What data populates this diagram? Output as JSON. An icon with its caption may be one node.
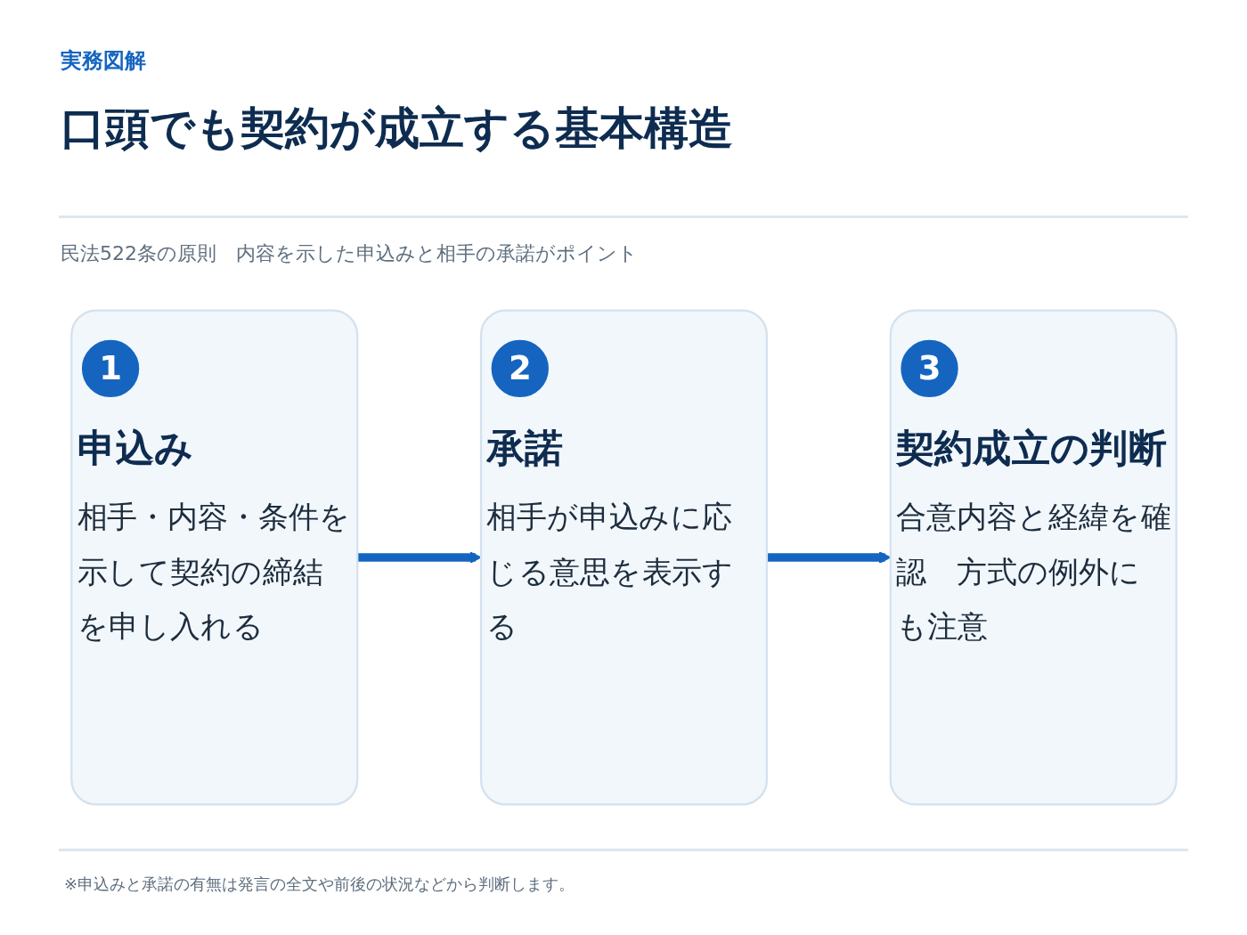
{
  "diagram": {
    "title": "口頭でも契約が成立する基本構造",
    "nodes": [
      {
        "text": [
          "申込み",
          "相手・内容・条件を示して契約の締結を申し入れる"
        ]
      },
      {
        "text": [
          "1"
        ],
        "in": 0
      },
      {
        "text": [
          "承諾",
          "相手が申込みに応じる意思を表示する"
        ]
      },
      {
        "text": [
          "2"
        ],
        "in": 2
      },
      {
        "text": [
          "契約成立の判断",
          "合意内容と経緯を確認　方式の例外にも注意"
        ]
      },
      {
        "text": [
          "3"
        ],
        "in": 4
      }
    ],
    "edges": [
      {
        "from": 0,
        "to": 2,
        "arrow": "to"
      },
      {
        "from": 2,
        "to": 4,
        "arrow": "to"
      }
    ],
    "labels": [
      "実務図解",
      "民法522条の原則　内容を示した申込みと相手の承諾がポイント",
      "※申込みと承諾の有無は発言の全文や前後の状況などから判断します。"
    ]
  }
}
